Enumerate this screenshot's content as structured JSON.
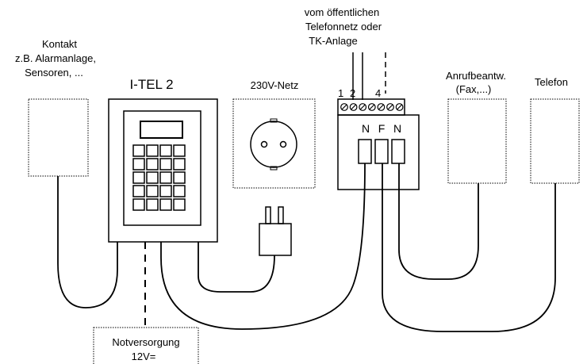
{
  "labels": {
    "contact": [
      "Kontakt",
      "z.B. Alarmanlage,",
      "Sensoren, ..."
    ],
    "device_name": "I-TEL 2",
    "mains": "230V-Netz",
    "network": [
      "vom öffentlichen",
      "Telefonnetz oder",
      "TK-Anlage"
    ],
    "answering_machine": [
      "Anrufbeantw.",
      "(Fax,...)"
    ],
    "telephone": "Telefon",
    "emergency_supply": [
      "Notversorgung",
      "12V="
    ]
  },
  "terminal_numbers": [
    "1",
    "2",
    "4"
  ],
  "socket_labels": [
    "N",
    "F",
    "N"
  ],
  "terminal_count": 7
}
